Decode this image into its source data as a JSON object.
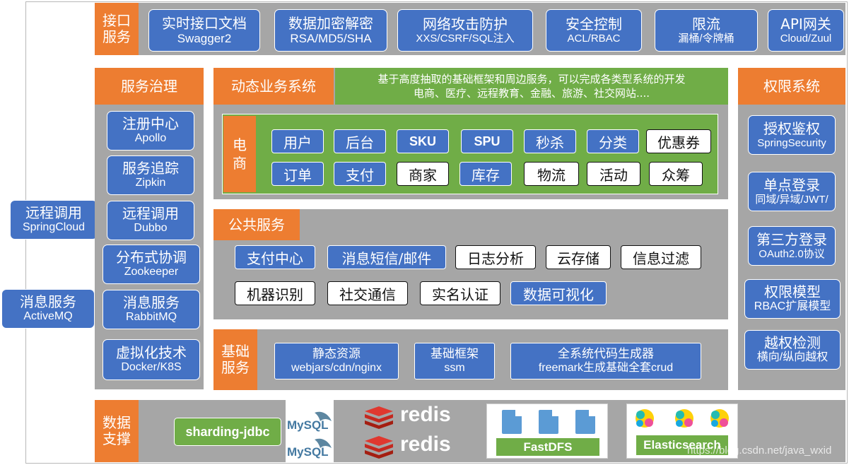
{
  "interface": {
    "label": "接口\n服务",
    "items": [
      {
        "title": "实时接口文档",
        "sub": "Swagger2"
      },
      {
        "title": "数据加密解密",
        "sub": "RSA/MD5/SHA"
      },
      {
        "title": "网络攻击防护",
        "sub": "XXS/CSRF/SQL注入"
      },
      {
        "title": "安全控制",
        "sub": "ACL/RBAC"
      },
      {
        "title": "限流",
        "sub": "漏桶/令牌桶"
      },
      {
        "title": "API网关",
        "sub": "Cloud/Zuul"
      }
    ]
  },
  "left_outer": [
    {
      "title": "远程调用",
      "sub": "SpringCloud"
    },
    {
      "title": "消息服务",
      "sub": "ActiveMQ"
    }
  ],
  "governance": {
    "label": "服务治理",
    "items": [
      {
        "title": "注册中心",
        "sub": "Apollo"
      },
      {
        "title": "服务追踪",
        "sub": "Zipkin"
      },
      {
        "title": "远程调用",
        "sub": "Dubbo"
      },
      {
        "title": "分布式协调",
        "sub": "Zookeeper"
      },
      {
        "title": "消息服务",
        "sub": "RabbitMQ"
      },
      {
        "title": "虚拟化技术",
        "sub": "Docker/K8S"
      }
    ]
  },
  "dynamic": {
    "label": "动态业务系统",
    "desc_line1": "基于高度抽取的基础框架和周边服务，可以完成各类型系统的开发",
    "desc_line2": "电商、医疗、远程教育、金融、旅游、社交网站....",
    "ecom_label": "电\n商",
    "row1": [
      {
        "text": "用户",
        "style": "blue"
      },
      {
        "text": "后台",
        "style": "blue"
      },
      {
        "text": "SKU",
        "style": "blue"
      },
      {
        "text": "SPU",
        "style": "blue"
      },
      {
        "text": "秒杀",
        "style": "blue"
      },
      {
        "text": "分类",
        "style": "blue"
      },
      {
        "text": "优惠券",
        "style": "white"
      }
    ],
    "row2": [
      {
        "text": "订单",
        "style": "blue"
      },
      {
        "text": "支付",
        "style": "blue"
      },
      {
        "text": "商家",
        "style": "white"
      },
      {
        "text": "库存",
        "style": "blue"
      },
      {
        "text": "物流",
        "style": "white"
      },
      {
        "text": "活动",
        "style": "white"
      },
      {
        "text": "众筹",
        "style": "white"
      }
    ]
  },
  "public": {
    "label": "公共服务",
    "row1": [
      {
        "text": "支付中心",
        "style": "blue"
      },
      {
        "text": "消息短信/邮件",
        "style": "blue"
      },
      {
        "text": "日志分析",
        "style": "white"
      },
      {
        "text": "云存储",
        "style": "white"
      },
      {
        "text": "信息过滤",
        "style": "white"
      }
    ],
    "row2": [
      {
        "text": "机器识别",
        "style": "white"
      },
      {
        "text": "社交通信",
        "style": "white"
      },
      {
        "text": "实名认证",
        "style": "white"
      },
      {
        "text": "数据可视化",
        "style": "blue"
      }
    ]
  },
  "basic": {
    "label": "基础\n服务",
    "items": [
      {
        "title": "静态资源",
        "sub": "webjars/cdn/nginx"
      },
      {
        "title": "基础框架",
        "sub": "ssm"
      },
      {
        "title": "全系统代码生成器",
        "sub": "freemark生成基础全套crud"
      }
    ]
  },
  "permission": {
    "label": "权限系统",
    "items": [
      {
        "title": "授权鉴权",
        "sub": "SpringSecurity"
      },
      {
        "title": "单点登录",
        "sub": "同域/异域/JWT/"
      },
      {
        "title": "第三方登录",
        "sub": "OAuth2.0协议"
      },
      {
        "title": "权限模型",
        "sub": "RBAC扩展模型"
      },
      {
        "title": "越权检测",
        "sub": "横向/纵向越权"
      }
    ]
  },
  "data": {
    "label": "数据\n支撑",
    "sharding": "sharding-jdbc",
    "mysql1": "MySQL",
    "mysql2": "MySQL",
    "redis1": "redis",
    "redis2": "redis",
    "fastdfs": "FastDFS",
    "elastic": "Elasticsearch",
    "watermark": "https://blog.csdn.net/java_wxid"
  }
}
